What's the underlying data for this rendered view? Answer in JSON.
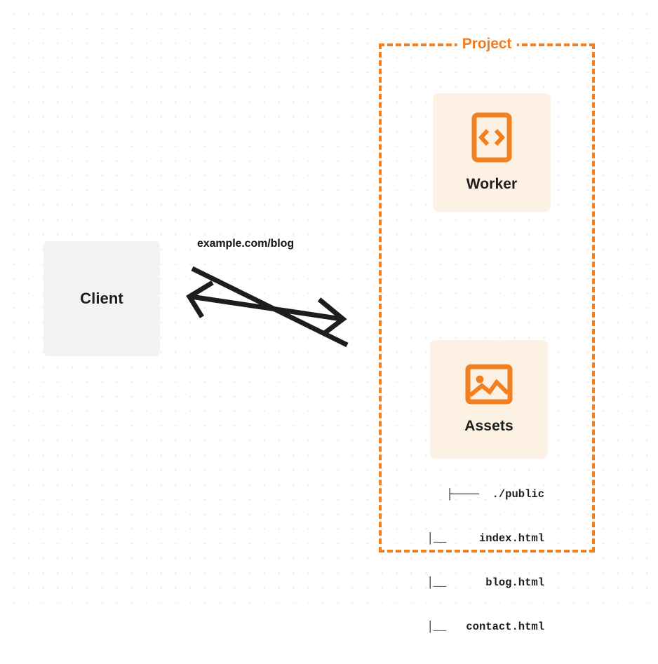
{
  "diagram": {
    "title": "Client to Project request flow",
    "background": {
      "color": "#ffffff",
      "dot_color": "#e9eaec",
      "dot_spacing": 21
    },
    "colors": {
      "accent_orange": "#f38020",
      "title_orange": "#f07c22",
      "card_cream": "#fdf1e4",
      "client_gray": "#f2f3f5",
      "text_dark": "#1d1d1f",
      "arrow_black": "#1d1d1f"
    }
  },
  "client": {
    "label": "Client",
    "icon": "client-box"
  },
  "connection": {
    "label": "example.com/blog",
    "request_arrow": "arrow-right",
    "response_arrow": "arrow-left"
  },
  "project": {
    "title": "Project",
    "border_style": "dashed",
    "services": [
      {
        "label": "Worker",
        "icon": "code-brackets-icon"
      },
      {
        "label": "Assets",
        "icon": "image-icon"
      }
    ],
    "file_tree": [
      "├────  ./public",
      "│__     index.html",
      "│__      blog.html",
      "│__   contact.html"
    ]
  }
}
